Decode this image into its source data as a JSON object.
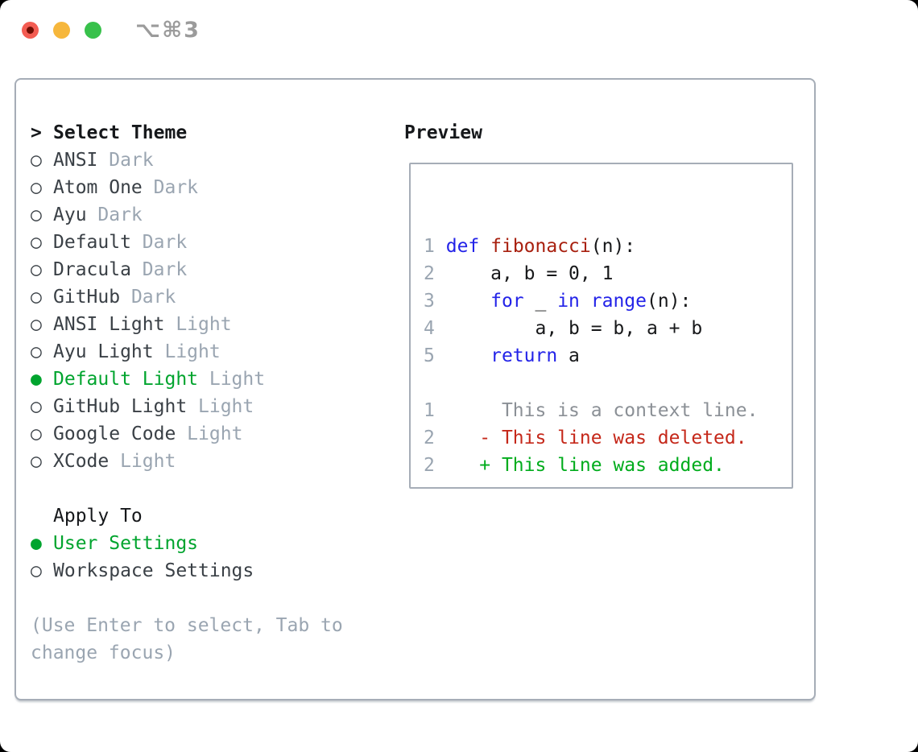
{
  "window": {
    "title": "⌥⌘3"
  },
  "glyphs": {
    "cursor": ">",
    "selected_marker": "●",
    "unselected_marker": "○"
  },
  "theme_list": {
    "header": "Select Theme",
    "items": [
      {
        "name": "ANSI",
        "variant": "Dark",
        "selected": false
      },
      {
        "name": "Atom One",
        "variant": "Dark",
        "selected": false
      },
      {
        "name": "Ayu",
        "variant": "Dark",
        "selected": false
      },
      {
        "name": "Default",
        "variant": "Dark",
        "selected": false
      },
      {
        "name": "Dracula",
        "variant": "Dark",
        "selected": false
      },
      {
        "name": "GitHub",
        "variant": "Dark",
        "selected": false
      },
      {
        "name": "ANSI Light",
        "variant": "Light",
        "selected": false
      },
      {
        "name": "Ayu Light",
        "variant": "Light",
        "selected": false
      },
      {
        "name": "Default Light",
        "variant": "Light",
        "selected": true
      },
      {
        "name": "GitHub Light",
        "variant": "Light",
        "selected": false
      },
      {
        "name": "Google Code",
        "variant": "Light",
        "selected": false
      },
      {
        "name": "XCode",
        "variant": "Light",
        "selected": false
      }
    ]
  },
  "apply_to": {
    "header": "Apply To",
    "options": [
      {
        "label": "User Settings",
        "selected": true
      },
      {
        "label": "Workspace Settings",
        "selected": false
      }
    ]
  },
  "help_text": "(Use Enter to select, Tab to change focus)",
  "preview": {
    "title": "Preview",
    "lines": [
      {
        "num": "1",
        "segs": [
          {
            "t": " ",
            "s": "pl"
          },
          {
            "t": "def",
            "s": "kw"
          },
          {
            "t": " ",
            "s": "pl"
          },
          {
            "t": "fibonacci",
            "s": "fn"
          },
          {
            "t": "(n):",
            "s": "pl"
          }
        ]
      },
      {
        "num": "2",
        "segs": [
          {
            "t": "     a, b = 0, 1",
            "s": "pl"
          }
        ]
      },
      {
        "num": "3",
        "segs": [
          {
            "t": "     ",
            "s": "pl"
          },
          {
            "t": "for",
            "s": "kw"
          },
          {
            "t": " _ ",
            "s": "pl"
          },
          {
            "t": "in",
            "s": "kw"
          },
          {
            "t": " ",
            "s": "pl"
          },
          {
            "t": "range",
            "s": "kw"
          },
          {
            "t": "(n):",
            "s": "pl"
          }
        ]
      },
      {
        "num": "4",
        "segs": [
          {
            "t": "         a, b = b, a + b",
            "s": "pl"
          }
        ]
      },
      {
        "num": "5",
        "segs": [
          {
            "t": "     ",
            "s": "pl"
          },
          {
            "t": "return",
            "s": "kw"
          },
          {
            "t": " a",
            "s": "pl"
          }
        ]
      },
      {
        "num": "",
        "segs": []
      },
      {
        "num": "1",
        "segs": [
          {
            "t": "      This is a context line.",
            "s": "ctx"
          }
        ]
      },
      {
        "num": "2",
        "segs": [
          {
            "t": "    - This line was deleted.",
            "s": "del"
          }
        ]
      },
      {
        "num": "2",
        "segs": [
          {
            "t": "    + This line was added.",
            "s": "add"
          }
        ]
      }
    ]
  },
  "colors": {
    "border": "#a6adb7",
    "text_primary": "#16181b",
    "text_item": "#3a4046",
    "text_muted": "#9aa5b1",
    "accent_green": "#00a42e",
    "code_keyword": "#2323e8",
    "code_function": "#a8200f",
    "code_plain": "#17181a",
    "line_number": "#9aa5b1",
    "diff_context": "#8b9096",
    "diff_deleted": "#c5281a",
    "diff_added": "#00ac1c",
    "title_gray": "#9b9b9b",
    "light_red": "#f35c52",
    "light_red_dot": "#700d02",
    "light_yellow": "#f6b73c",
    "light_green": "#38c14b"
  }
}
